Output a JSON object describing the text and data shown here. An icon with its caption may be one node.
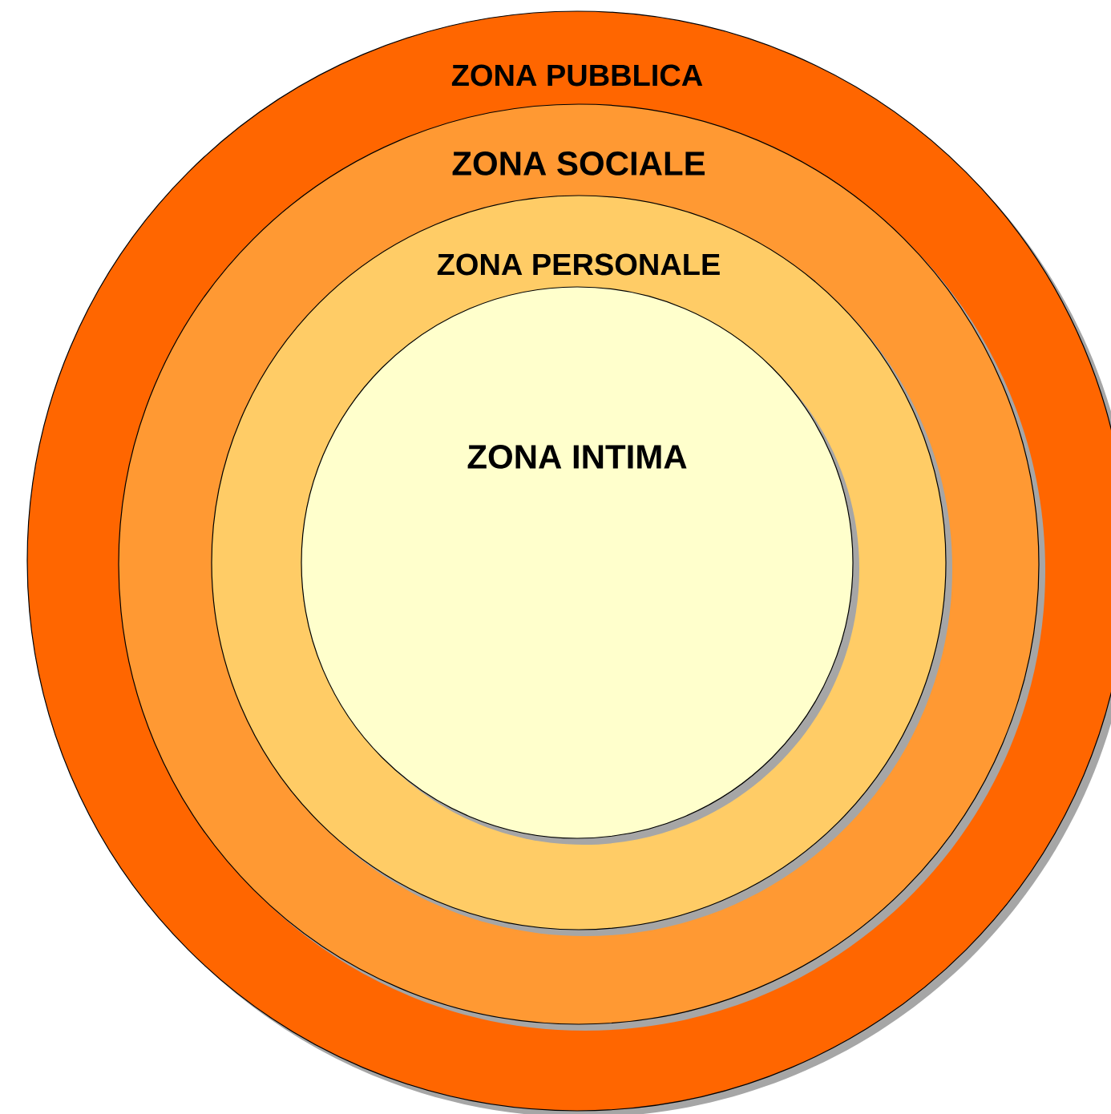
{
  "diagram": {
    "nodes": [
      {
        "text": [
          "ZONA PUBBLICA"
        ]
      },
      {
        "text": [
          "ZONA SOCIALE"
        ],
        "in": 0
      },
      {
        "text": [
          "ZONA PERSONALE"
        ],
        "in": 1
      },
      {
        "text": [
          "ZONA INTIMA"
        ],
        "in": 2
      }
    ]
  }
}
